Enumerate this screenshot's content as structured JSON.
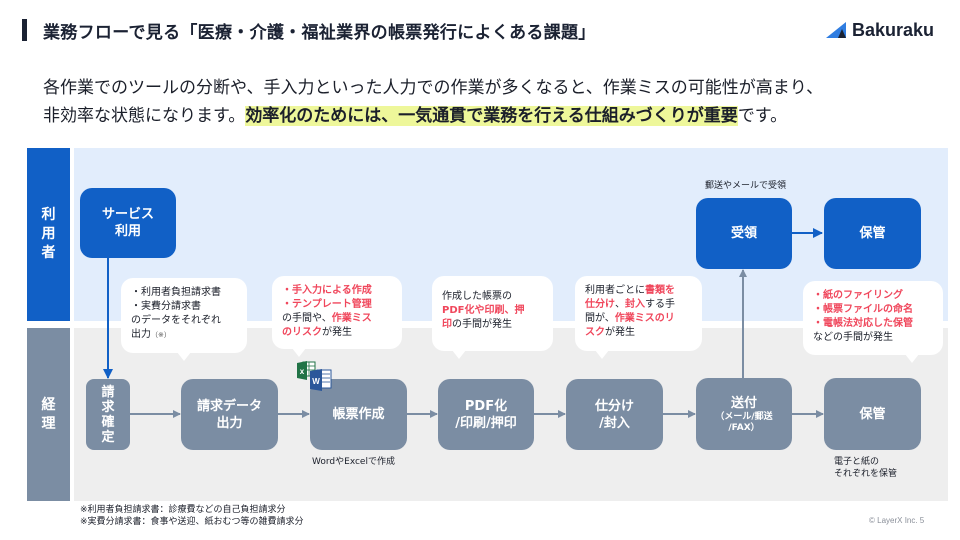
{
  "header": {
    "title": "業務フローで見る「医療・介護・福祉業界の帳票発行によくある課題」",
    "logo_text": "Bakuraku"
  },
  "lead": {
    "line1": "各作業でのツールの分断や、手入力といった人力での作業が多くなると、作業ミスの可能性が高まり、",
    "line2_prefix": "非効率な状態になります。",
    "line2_highlight": "効率化のためには、一気通貫で業務を行える仕組みづくりが重要",
    "line2_suffix": "です。"
  },
  "colors": {
    "user_lane": "#1160c6",
    "user_lane_bg": "#e2edfc",
    "keiri_lane": "#7b8da3",
    "keiri_lane_bg": "#eeeeee",
    "highlight": "#eef79a",
    "emphasis_red": "#f0475c"
  },
  "lanes": {
    "user": {
      "label": "利\n用\n者"
    },
    "keiri": {
      "label": "経\n理"
    }
  },
  "user_boxes": {
    "service": {
      "line1": "サービス",
      "line2": "利用"
    },
    "receive": {
      "label": "受領",
      "note": "郵送やメールで受領"
    },
    "store": {
      "label": "保管"
    }
  },
  "keiri_boxes": {
    "confirm": {
      "label": "請\n求\n確\n定"
    },
    "export": {
      "line1": "請求データ",
      "line2": "出力"
    },
    "create": {
      "label": "帳票作成",
      "note": "WordやExcelで作成"
    },
    "pdf": {
      "line1": "PDF化",
      "line2": "/印刷/押印"
    },
    "sort": {
      "line1": "仕分け",
      "line2": "/封入"
    },
    "send": {
      "line1": "送付",
      "sub1": "（メール/郵送",
      "sub2": "/FAX）"
    },
    "store": {
      "label": "保管",
      "note_line1": "電子と紙の",
      "note_line2": "それぞれを保管"
    }
  },
  "bubbles": {
    "export": {
      "l1": "・利用者負担請求書",
      "l2": "・実費分請求書",
      "l3": "のデータをそれぞれ",
      "l4": "出力",
      "l4_small": "（※）"
    },
    "create": {
      "l1": "・手入力による作成",
      "l2": "・テンプレート管理",
      "l3a": "の手間や、",
      "l3b": "作業ミス",
      "l4a": "のリスク",
      "l4b": "が発生"
    },
    "pdf": {
      "l1": "作成した帳票の",
      "l2": "PDF化や印刷、押",
      "l3a": "印",
      "l3b": "の手間が発生"
    },
    "sort": {
      "l1a": "利用者ごとに",
      "l1b": "書類を",
      "l2a": "仕分け",
      "l2b": "、",
      "l2c": "封入",
      "l2d": "する手",
      "l3a": "間が、",
      "l3b": "作業ミスのリ",
      "l4a": "スク",
      "l4b": "が発生"
    },
    "store": {
      "l1": "・紙のファイリング",
      "l2": "・帳票ファイルの命名",
      "l3": "・電帳法対応した保管",
      "l4": "などの手間が発生"
    }
  },
  "footnotes": {
    "l1": "※利用者負担請求書：診療費などの自己負担請求分",
    "l2": "※実費分請求書：食事や送迎、紙おむつ等の雑費請求分"
  },
  "copyright": "© LayerX Inc.   5"
}
